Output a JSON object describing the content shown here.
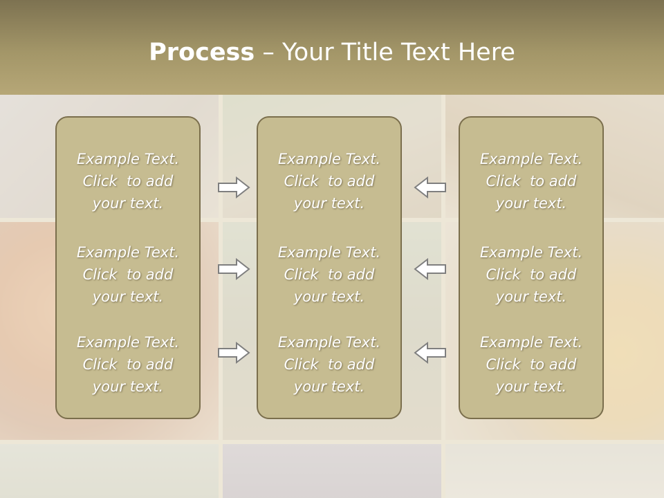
{
  "slide": {
    "title_bold": "Process",
    "title_rest": " – Your Title Text Here"
  },
  "columns": [
    {
      "items": [
        {
          "line1": "Example Text.",
          "line2": "Click  to add",
          "line3": "your text."
        },
        {
          "line1": "Example Text.",
          "line2": "Click  to add",
          "line3": "your text."
        },
        {
          "line1": "Example Text.",
          "line2": "Click  to add",
          "line3": "your text."
        }
      ]
    },
    {
      "items": [
        {
          "line1": "Example Text.",
          "line2": "Click  to add",
          "line3": "your text."
        },
        {
          "line1": "Example Text.",
          "line2": "Click  to add",
          "line3": "your text."
        },
        {
          "line1": "Example Text.",
          "line2": "Click  to add",
          "line3": "your text."
        }
      ]
    },
    {
      "items": [
        {
          "line1": "Example Text.",
          "line2": "Click  to add",
          "line3": "your text."
        },
        {
          "line1": "Example Text.",
          "line2": "Click  to add",
          "line3": "your text."
        },
        {
          "line1": "Example Text.",
          "line2": "Click  to add",
          "line3": "your text."
        }
      ]
    }
  ],
  "colors": {
    "header": "#a39668",
    "box_fill": "#c6bc91",
    "box_border": "#7a6e4c",
    "arrow_stroke": "#7f7f7f"
  },
  "icons": {
    "right_arrows": "arrow-right-icon",
    "left_arrows": "arrow-left-icon"
  }
}
